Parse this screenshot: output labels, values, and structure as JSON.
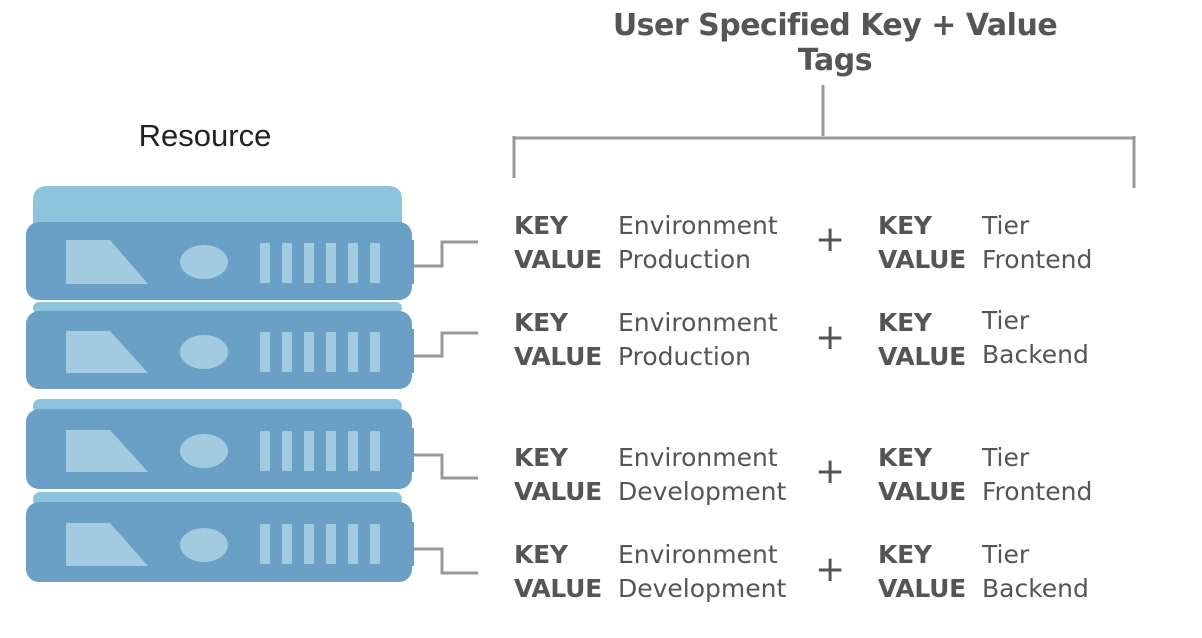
{
  "title": "User Specified Key + Value Tags",
  "resource_label": "Resource",
  "key_label": "KEY",
  "value_label": "VALUE",
  "plus": "+",
  "colors": {
    "server_dark": "#6a9fc6",
    "server_light": "#8ec3dd",
    "server_detail": "#a3cbe0",
    "connector": "#999999",
    "text": "#555555"
  },
  "rows": [
    {
      "tag1": {
        "key": "Environment",
        "value": "Production"
      },
      "tag2": {
        "key": "Tier",
        "value": "Frontend"
      }
    },
    {
      "tag1": {
        "key": "Environment",
        "value": "Production"
      },
      "tag2": {
        "key": "Tier",
        "value": "Backend"
      }
    },
    {
      "tag1": {
        "key": "Environment",
        "value": "Development"
      },
      "tag2": {
        "key": "Tier",
        "value": "Frontend"
      }
    },
    {
      "tag1": {
        "key": "Environment",
        "value": "Development"
      },
      "tag2": {
        "key": "Tier",
        "value": "Backend"
      }
    }
  ]
}
